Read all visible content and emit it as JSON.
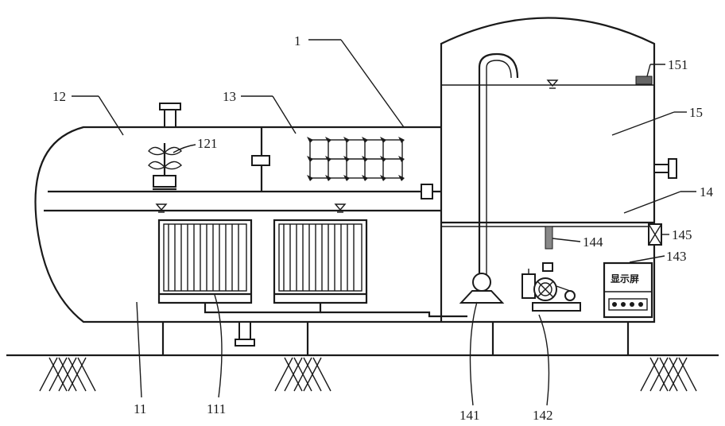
{
  "labels": {
    "device": "1",
    "pool_11": "11",
    "membrane_111": "111",
    "tank_12": "12",
    "aerator_121": "121",
    "tank_13": "13",
    "room_14": "14",
    "pump_141": "141",
    "blower_142": "142",
    "panel_143": "143",
    "sensor_144": "144",
    "valve_145": "145",
    "tank_15": "15",
    "sensor_151": "151"
  },
  "display_screen_text": "显示屏"
}
